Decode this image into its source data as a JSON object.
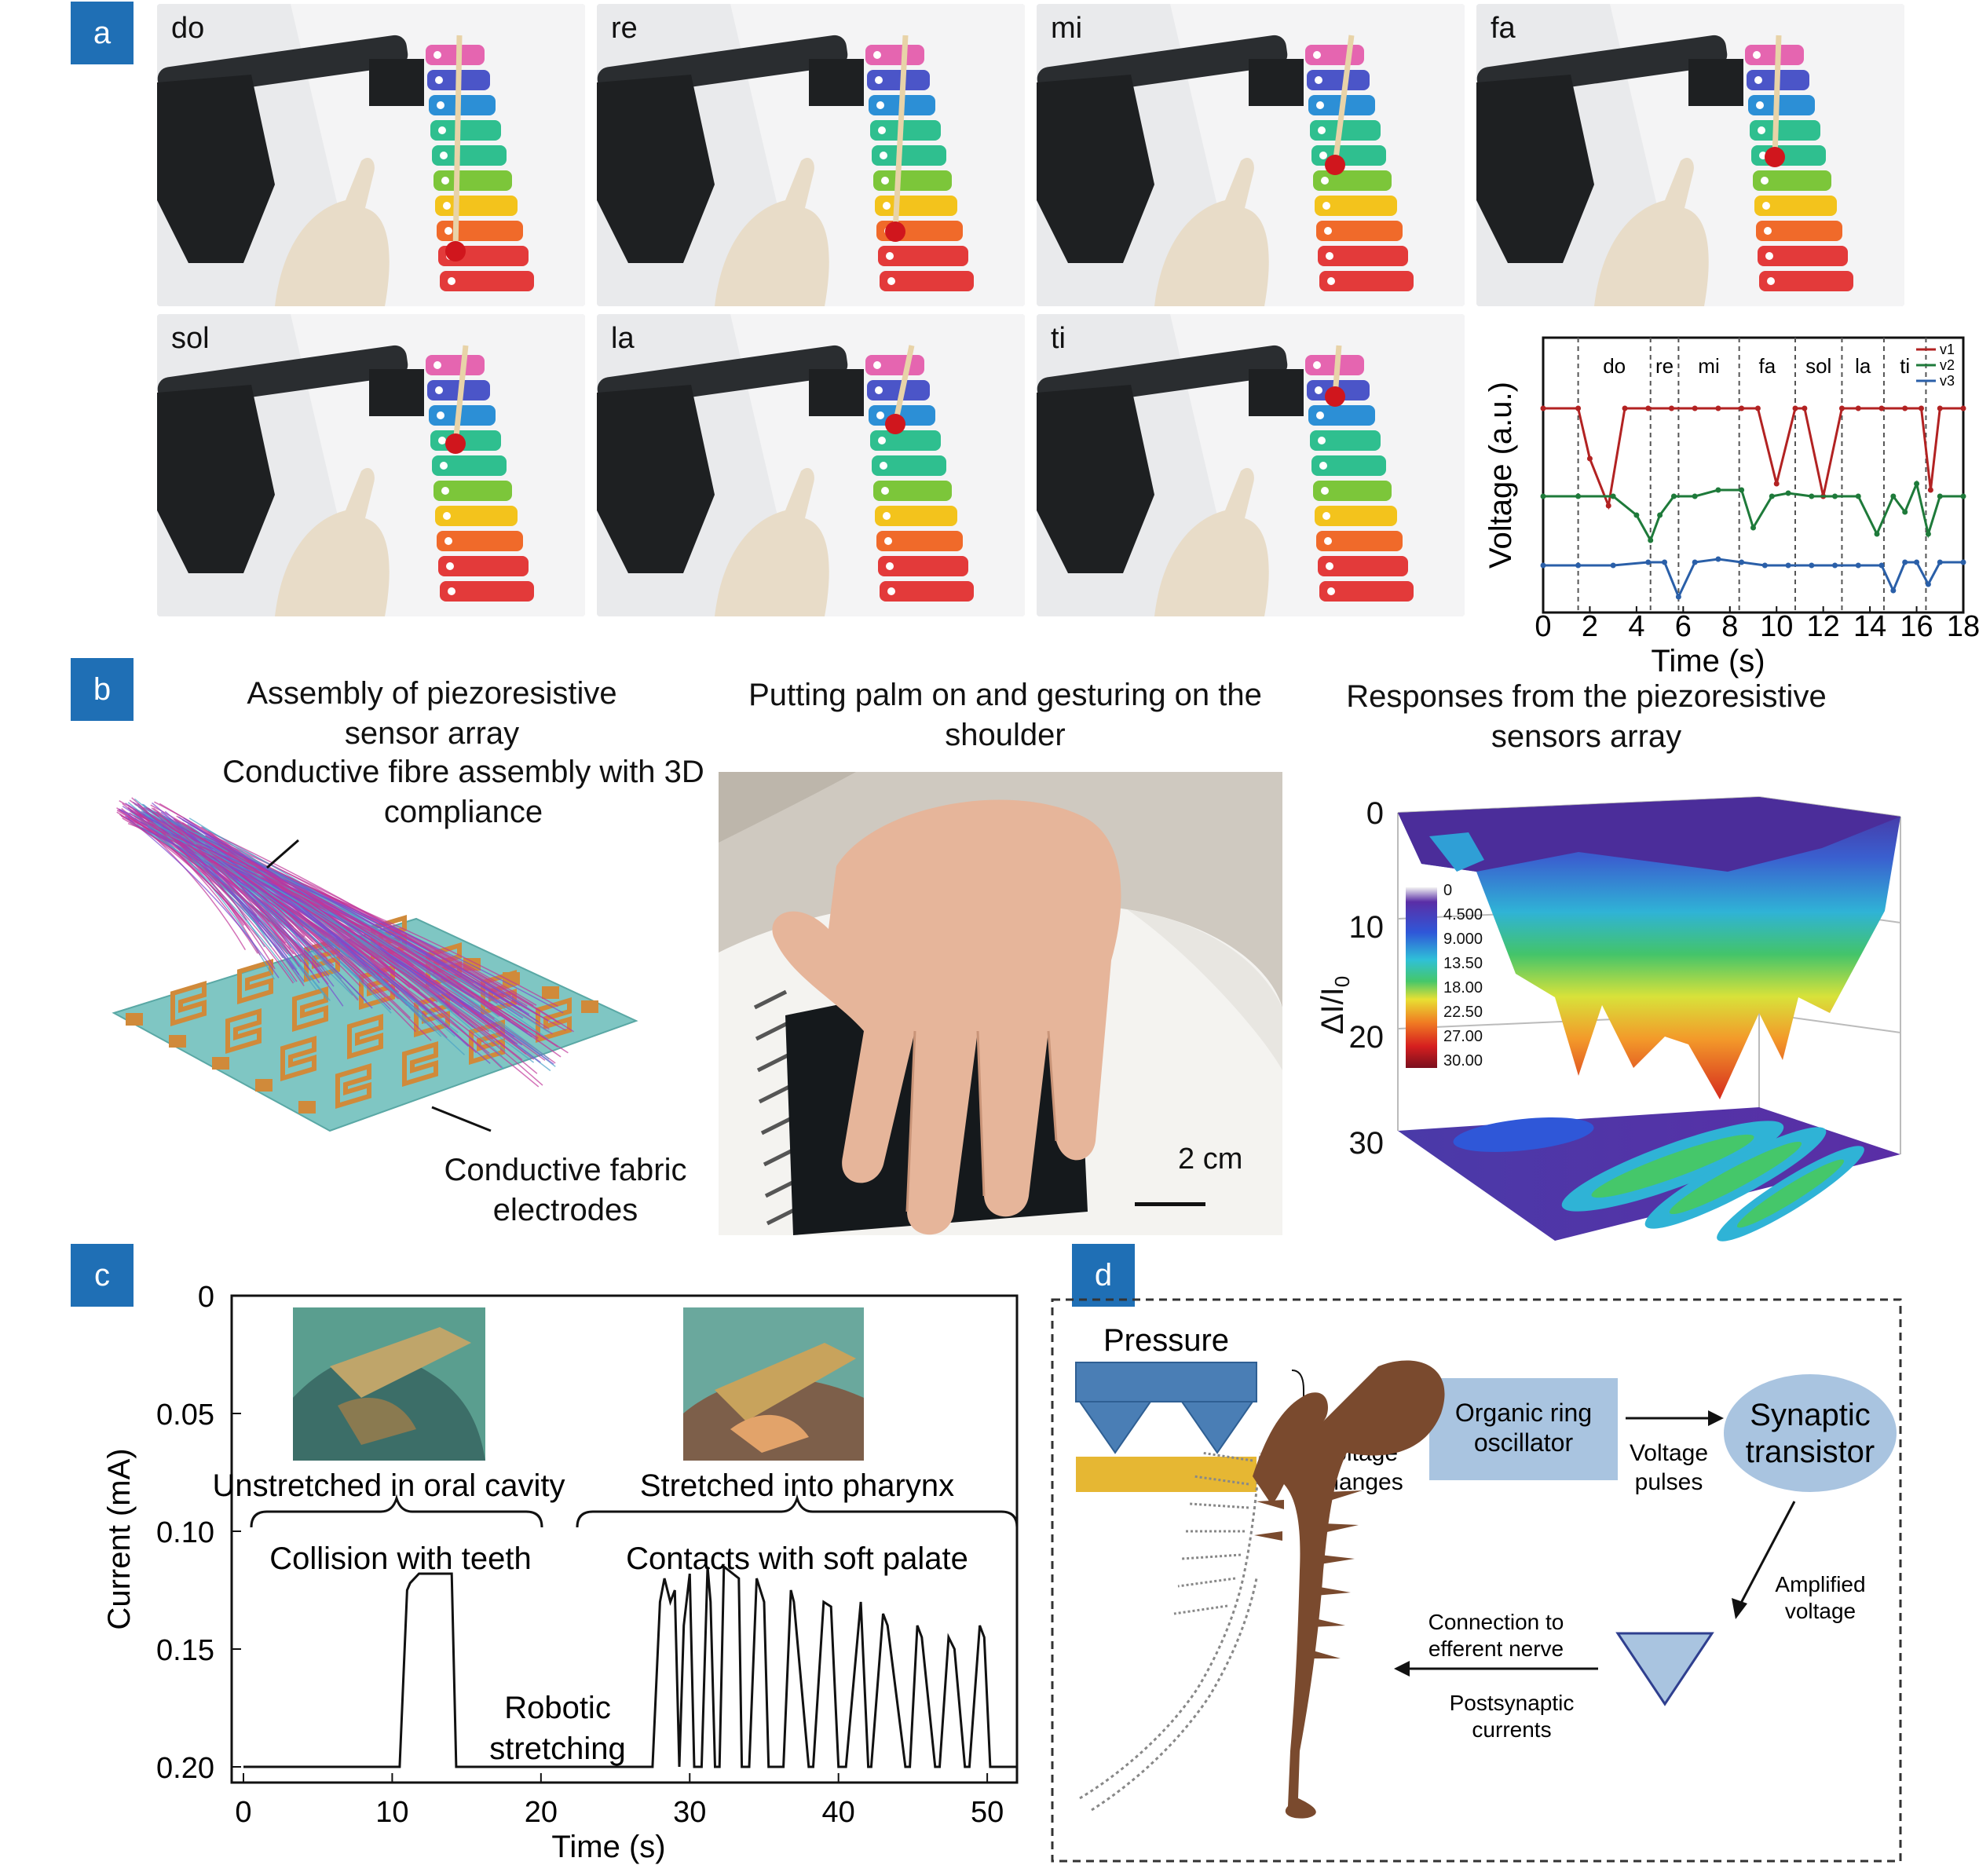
{
  "panel_a": {
    "badge": "a",
    "notes": [
      "do",
      "re",
      "mi",
      "fa",
      "sol",
      "la",
      "ti"
    ],
    "colors": {
      "line_v1": "#b22222",
      "line_v2": "#1e7a3a",
      "line_v3": "#2a5fa8"
    }
  },
  "chart_data": [
    {
      "type": "line",
      "xlabel": "Time (s)",
      "ylabel": "Voltage (a.u.)",
      "xlim": [
        0,
        18
      ],
      "x_ticks": [
        "0",
        "2",
        "4",
        "6",
        "8",
        "10",
        "12",
        "14",
        "16",
        "18"
      ],
      "note_labels": [
        "do",
        "re",
        "mi",
        "fa",
        "sol",
        "la",
        "ti"
      ],
      "note_dividers": [
        1.5,
        4.6,
        5.8,
        8.4,
        10.8,
        12.8,
        14.6,
        16.4
      ],
      "legend": [
        "v1",
        "v2",
        "v3"
      ],
      "legend_position": "top-right",
      "y_ticks_shown": false,
      "series": [
        {
          "name": "v1",
          "x": [
            0,
            1.5,
            2.0,
            2.8,
            3.5,
            4.5,
            5.5,
            6.5,
            7.5,
            8.5,
            9.2,
            10.0,
            10.8,
            11.2,
            12.0,
            12.8,
            13.5,
            14.5,
            15.5,
            16.2,
            16.6,
            17.0,
            18.0
          ],
          "y": [
            3.0,
            3.0,
            2.2,
            1.45,
            3.0,
            3.0,
            3.0,
            3.0,
            3.0,
            3.0,
            3.0,
            1.8,
            3.0,
            3.0,
            1.6,
            3.0,
            3.0,
            3.0,
            3.0,
            3.0,
            1.7,
            3.0,
            3.0
          ]
        },
        {
          "name": "v2",
          "x": [
            0,
            1.5,
            3.0,
            4.0,
            4.6,
            5.0,
            5.6,
            6.5,
            7.5,
            8.5,
            9.0,
            9.8,
            10.5,
            11.5,
            12.5,
            13.5,
            14.3,
            15.0,
            15.5,
            16.0,
            16.5,
            17.0,
            18.0
          ],
          "y": [
            1.6,
            1.6,
            1.6,
            1.3,
            0.9,
            1.3,
            1.6,
            1.6,
            1.7,
            1.7,
            1.1,
            1.6,
            1.65,
            1.6,
            1.6,
            1.6,
            1.0,
            1.6,
            1.35,
            1.8,
            1.0,
            1.6,
            1.6
          ]
        },
        {
          "name": "v3",
          "x": [
            0,
            1.5,
            3.0,
            4.5,
            5.2,
            5.8,
            6.5,
            7.5,
            8.5,
            9.5,
            10.5,
            11.5,
            12.5,
            13.5,
            14.5,
            15.0,
            15.5,
            16.0,
            16.5,
            17.0,
            18.0
          ],
          "y": [
            0.5,
            0.5,
            0.5,
            0.55,
            0.55,
            0.0,
            0.55,
            0.6,
            0.55,
            0.5,
            0.5,
            0.5,
            0.5,
            0.5,
            0.5,
            0.1,
            0.55,
            0.55,
            0.2,
            0.55,
            0.55
          ]
        }
      ]
    },
    {
      "type": "line",
      "xlabel": "Time (s)",
      "ylabel": "Current (mA)",
      "xlim": [
        0,
        52
      ],
      "ylim": [
        0.2,
        0
      ],
      "y_inverted": true,
      "x_ticks": [
        "0",
        "10",
        "20",
        "30",
        "40",
        "50"
      ],
      "y_ticks": [
        "0",
        "0.05",
        "0.10",
        "0.15",
        "0.20"
      ],
      "series": [
        {
          "name": "",
          "x": [
            0,
            10.5,
            11.0,
            11.2,
            11.8,
            12.5,
            13.5,
            14.0,
            14.3,
            14.5,
            27.5,
            28.0,
            28.3,
            28.7,
            29.0,
            29.3,
            29.6,
            30.0,
            30.3,
            30.8,
            31.2,
            31.4,
            31.7,
            32.0,
            32.3,
            33.3,
            33.5,
            34.0,
            34.5,
            35.0,
            35.3,
            36.3,
            36.8,
            37.0,
            38.0,
            38.3,
            39.0,
            39.5,
            40.0,
            40.5,
            41.5,
            42.0,
            42.2,
            43.0,
            43.3,
            44.5,
            44.8,
            45.3,
            45.6,
            46.5,
            46.8,
            47.4,
            47.8,
            48.5,
            48.8,
            49.5,
            49.8,
            50.2,
            52.0
          ],
          "y": [
            0.2,
            0.2,
            0.125,
            0.122,
            0.118,
            0.118,
            0.118,
            0.118,
            0.2,
            0.2,
            0.2,
            0.13,
            0.12,
            0.13,
            0.125,
            0.2,
            0.14,
            0.118,
            0.2,
            0.2,
            0.115,
            0.13,
            0.2,
            0.2,
            0.115,
            0.12,
            0.2,
            0.2,
            0.12,
            0.13,
            0.2,
            0.2,
            0.125,
            0.13,
            0.2,
            0.2,
            0.13,
            0.132,
            0.2,
            0.2,
            0.13,
            0.2,
            0.2,
            0.135,
            0.14,
            0.2,
            0.2,
            0.14,
            0.145,
            0.2,
            0.2,
            0.145,
            0.15,
            0.2,
            0.2,
            0.14,
            0.145,
            0.2,
            0.2
          ]
        }
      ]
    }
  ],
  "panel_b": {
    "badge": "b",
    "col1_title": "Assembly of piezoresistive sensor array",
    "col1_title_lines": [
      "Assembly of piezoresistive",
      "sensor array"
    ],
    "fibre_label_lines": [
      "Conductive fibre assembly with 3D",
      "compliance"
    ],
    "electrode_label_lines": [
      "Conductive fabric",
      "electrodes"
    ],
    "col2_title_lines": [
      "Putting palm on and gesturing on the",
      "shoulder"
    ],
    "scale_bar": "2 cm",
    "col3_title_lines": [
      "Responses from the piezoresistive",
      "sensors array"
    ],
    "surface_axis_label": "ΔI/I0",
    "surface_axis_ticks": [
      "0",
      "10",
      "20",
      "30"
    ],
    "colorbar_values": [
      "0",
      "4.500",
      "9.000",
      "13.50",
      "18.00",
      "22.50",
      "27.00",
      "30.00"
    ]
  },
  "panel_c": {
    "badge": "c",
    "inset_left_caption": "Unstretched in oral cavity",
    "inset_right_caption": "Stretched into pharynx",
    "brace_left_label": "Collision with teeth",
    "brace_right_label": "Contacts with soft palate",
    "middle_label_lines": [
      "Robotic",
      "stretching"
    ]
  },
  "panel_d": {
    "badge": "d",
    "pressure": "Pressure",
    "voltage_changes_lines": [
      "Voltage",
      "changes"
    ],
    "oscillator_lines": [
      "Organic ring",
      "oscillator"
    ],
    "voltage_pulses_lines": [
      "Voltage",
      "pulses"
    ],
    "synaptic_lines": [
      "Synaptic",
      "transistor"
    ],
    "amplified_lines": [
      "Amplified",
      "voltage"
    ],
    "connection_lines": [
      "Connection to",
      "efferent nerve"
    ],
    "postsynaptic_lines": [
      "Postsynaptic",
      "currents"
    ],
    "colors": {
      "box_blue": "#a9c4e0",
      "press_blue": "#4a7eb5",
      "press_yellow": "#e6b733",
      "nerve_brown": "#7a4a2e"
    }
  }
}
